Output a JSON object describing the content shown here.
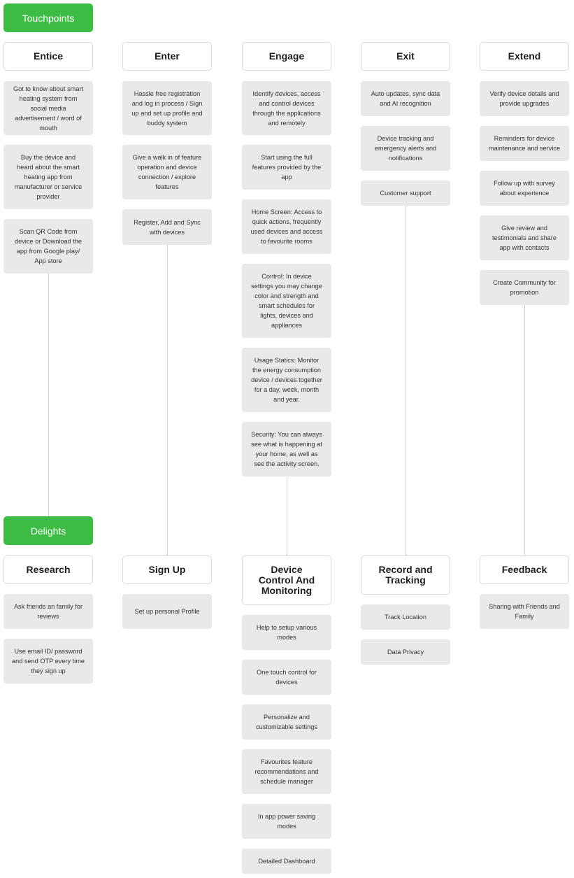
{
  "touchpoints_label": "Touchpoints",
  "delights_label": "Delights",
  "stages": [
    {
      "name": "Entice",
      "touchpoints": [
        "Got to know about smart heating system from social media advertisement / word of mouth",
        "Buy the device and heard about the smart heating app from manufacturer or service provider",
        "Scan QR Code from device or Download the app from Google play/ App store"
      ]
    },
    {
      "name": "Enter",
      "touchpoints": [
        "Hassle free registration and log in process / Sign up and set up profile and buddy system",
        "Give a walk in of feature operation and device connection / explore features",
        "Register, Add and Sync with devices"
      ]
    },
    {
      "name": "Engage",
      "touchpoints": [
        "Identify devices, access and control devices through the applications and remotely",
        "Start using the full features provided by the app",
        "Home Screen: Access to quick actions, frequently used devices and access to favourite rooms",
        "Control: In device settings you may change color and strength and smart schedules for lights, devices and appliances",
        "Usage Statics: Monitor the energy consumption device / devices together for a day, week, month and year.",
        "Security: You can always see what is happening at your home, as well as see the activity screen."
      ]
    },
    {
      "name": "Exit",
      "touchpoints": [
        "Auto updates, sync data and AI recognition",
        "Device tracking and emergency alerts and notifications",
        "Customer support"
      ]
    },
    {
      "name": "Extend",
      "touchpoints": [
        "Verify device details and provide upgrades",
        "Reminders for device maintenance and service",
        "Follow up with survey about experience",
        "Give review and testimonials and share app with contacts",
        "Create Community for promotion"
      ]
    }
  ],
  "delight_columns": [
    {
      "name": "Research",
      "items": [
        "Ask friends an family for reviews",
        "Use email ID/ password and send OTP every time they sign up"
      ]
    },
    {
      "name": "Sign Up",
      "items": [
        "Set up personal Profile"
      ]
    },
    {
      "name": "Device\nControl And\nMonitoring",
      "items": [
        "Help to setup various modes",
        "One touch control for devices",
        "Personalize and customizable settings",
        "Favourites feature recommendations and schedule manager",
        "In app power saving modes",
        "Detailed Dashboard"
      ]
    },
    {
      "name": "Record and\nTracking",
      "items": [
        "Track Location",
        "Data Privacy"
      ]
    },
    {
      "name": "Feedback",
      "items": [
        "Sharing with Friends and Family"
      ]
    }
  ]
}
